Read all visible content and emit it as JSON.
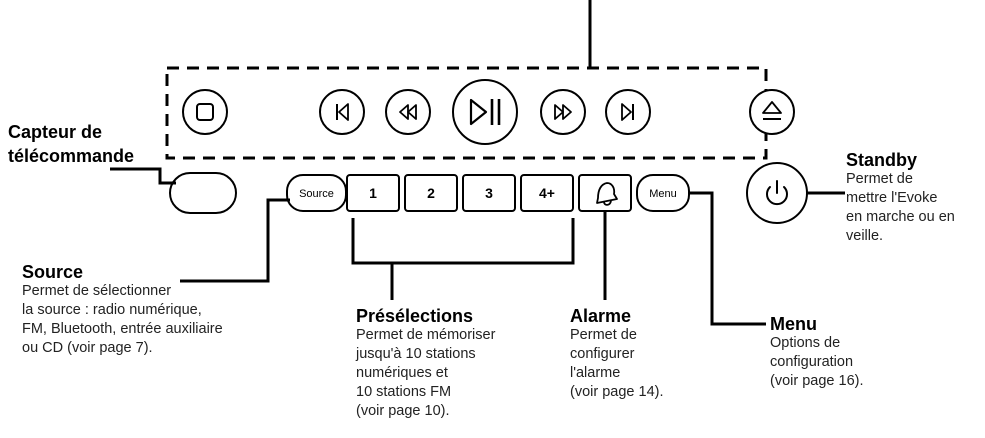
{
  "remote_sensor": {
    "title_line1": "Capteur de",
    "title_line2": "télécommande"
  },
  "standby": {
    "title": "Standby",
    "desc": [
      "Permet de",
      "mettre l'Evoke",
      "en marche ou en",
      "veille."
    ]
  },
  "source": {
    "title": "Source",
    "desc": [
      "Permet de sélectionner",
      "la source : radio numérique,",
      "FM, Bluetooth, entrée auxiliaire",
      "ou CD (voir page 7)."
    ]
  },
  "presets": {
    "title": "Présélections",
    "desc": [
      "Permet de mémoriser",
      "jusqu'à 10 stations",
      "numériques et",
      "10 stations FM",
      "(voir page 10)."
    ]
  },
  "alarm": {
    "title": "Alarme",
    "desc": [
      "Permet de",
      "configurer",
      "l'alarme",
      "(voir page 14)."
    ]
  },
  "menu": {
    "title": "Menu",
    "desc": [
      "Options de",
      "configuration",
      "(voir page 16)."
    ]
  },
  "buttons": {
    "source": "Source",
    "preset1": "1",
    "preset2": "2",
    "preset3": "3",
    "preset4": "4+",
    "menu": "Menu"
  },
  "icons": {
    "stop": "stop-icon",
    "previous": "skip-previous-icon",
    "rewind": "rewind-icon",
    "play_pause": "play-pause-icon",
    "fast_forward": "fast-forward-icon",
    "next": "skip-next-icon",
    "eject": "eject-icon",
    "alarm": "bell-icon",
    "power": "power-icon"
  }
}
